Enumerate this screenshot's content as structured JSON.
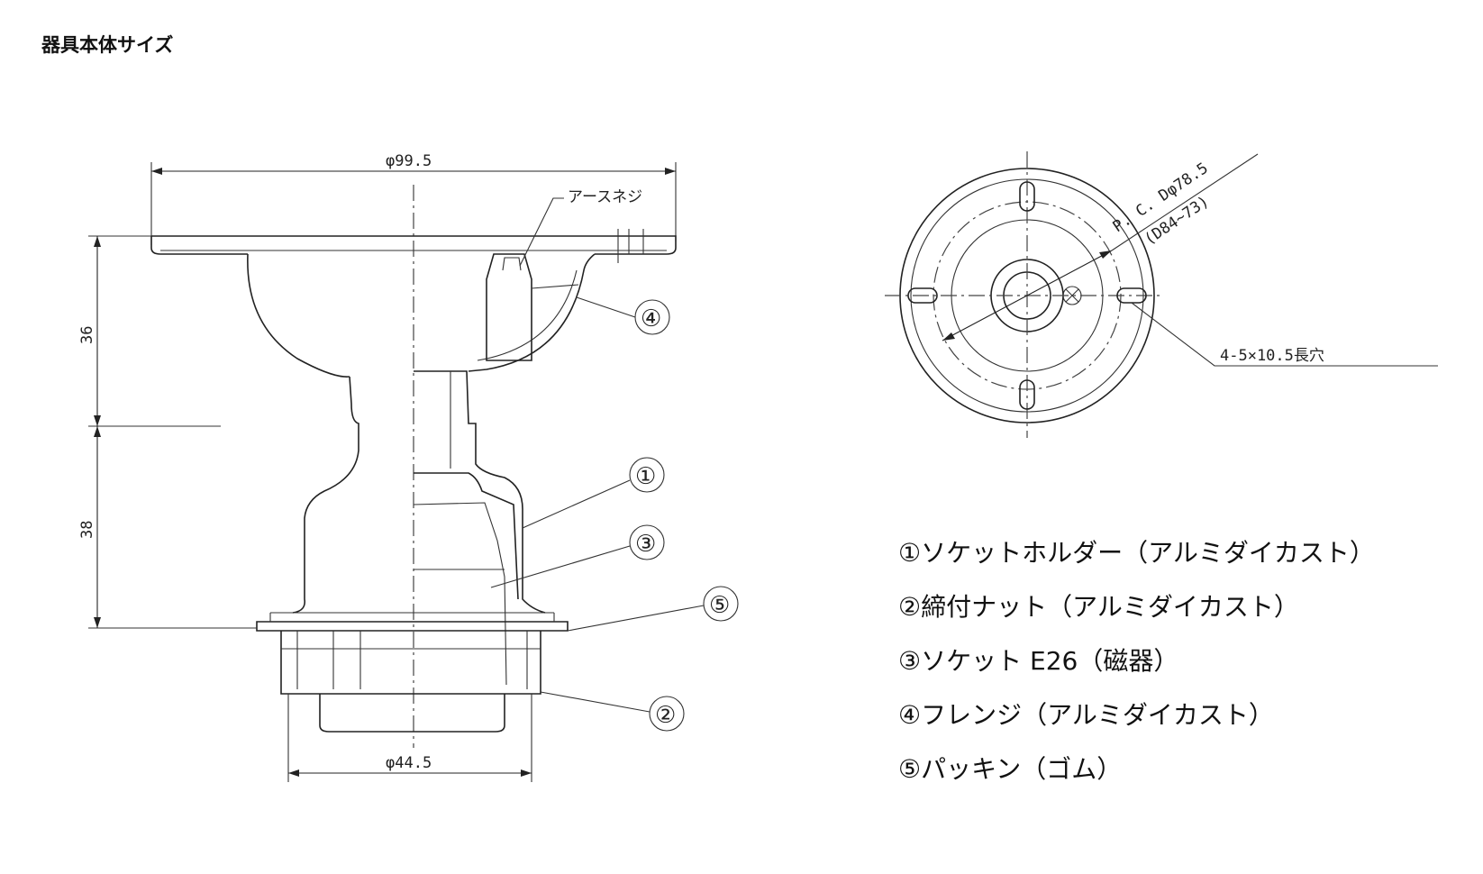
{
  "title": "器具本体サイズ",
  "dimensions": {
    "top_diameter": "φ99.5",
    "bottom_diameter": "φ44.5",
    "upper_height": "36",
    "lower_height": "38",
    "earth_screw": "アースネジ",
    "pcd": "P. C. Dφ78.5",
    "pcd_range": "(D84~73)",
    "holes": "4-5×10.5長穴"
  },
  "callouts": [
    "①",
    "②",
    "③",
    "④",
    "⑤"
  ],
  "parts": [
    "①ソケットホルダー（アルミダイカスト）",
    "②締付ナット（アルミダイカスト）",
    "③ソケット E26（磁器）",
    "④フレンジ（アルミダイカスト）",
    "⑤パッキン（ゴム）"
  ]
}
